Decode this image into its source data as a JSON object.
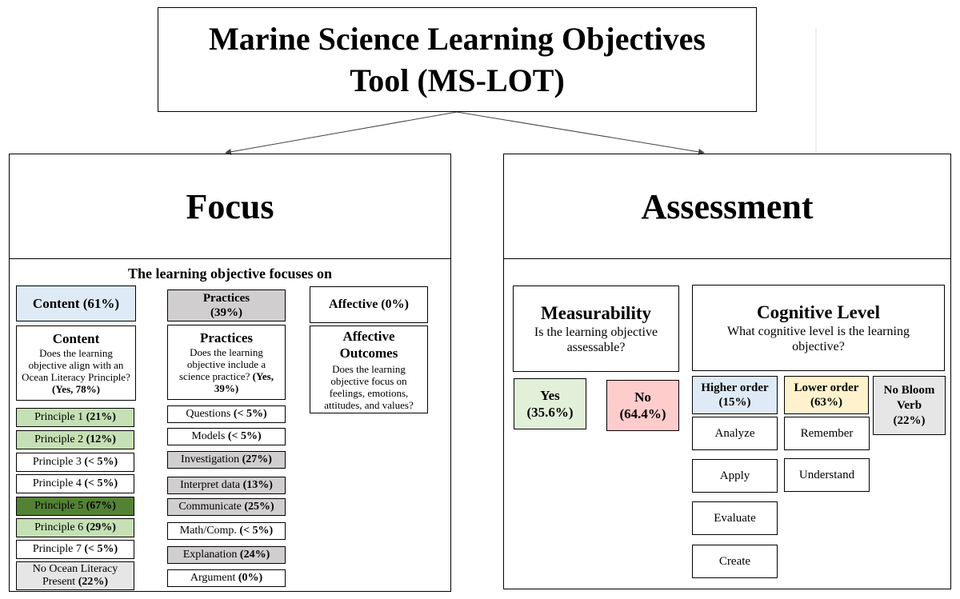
{
  "title": {
    "line1": "Marine Science Learning Objectives",
    "line2": "Tool (MS-LOT)"
  },
  "focus": {
    "header": "Focus",
    "subtitle": "The learning objective focuses on",
    "content": {
      "tag_label": "Content (61%)",
      "title": "Content",
      "question": "Does the learning objective align with an Ocean Literacy Principle?",
      "answer": "(Yes, 78%)",
      "items": [
        {
          "label": "Principle 1 ",
          "pct": "(21%)"
        },
        {
          "label": "Principle 2 ",
          "pct": "(12%)"
        },
        {
          "label": "Principle 3 ",
          "pct": "(< 5%)"
        },
        {
          "label": "Principle 4 ",
          "pct": "(< 5%)"
        },
        {
          "label": "Principle 5 ",
          "pct": "(67%)"
        },
        {
          "label": "Principle 6 ",
          "pct": "(29%)"
        },
        {
          "label": "Principle 7 ",
          "pct": "(< 5%)"
        }
      ],
      "none_label": "No Ocean Literacy Present ",
      "none_pct": "(22%)"
    },
    "practices": {
      "tag_label": "Practices",
      "tag_pct": "(39%)",
      "title": "Practices",
      "question": "Does the learning objective include a science practice?",
      "answer": "(Yes, 39%)",
      "items": [
        {
          "label": "Questions ",
          "pct": "(< 5%)"
        },
        {
          "label": "Models ",
          "pct": "(< 5%)"
        },
        {
          "label": "Investigation ",
          "pct": "(27%)"
        },
        {
          "label": "Interpret data ",
          "pct": "(13%)"
        },
        {
          "label": "Communicate ",
          "pct": "(25%)"
        },
        {
          "label": "Math/Comp. ",
          "pct": "(< 5%)"
        },
        {
          "label": "Explanation ",
          "pct": "(24%)"
        },
        {
          "label": "Argument ",
          "pct": "(0%)"
        }
      ]
    },
    "affective": {
      "tag_label": "Affective (0%)",
      "title": "Affective Outcomes",
      "question": "Does the learning objective focus on feelings, emotions, attitudes, and values?"
    }
  },
  "assessment": {
    "header": "Assessment",
    "measurability": {
      "title": "Measurability",
      "question": "Is the learning objective assessable?",
      "yes_label": "Yes",
      "yes_pct": "(35.6%)",
      "no_label": "No",
      "no_pct": "(64.4%)"
    },
    "cognitive": {
      "title": "Cognitive Level",
      "question": "What cognitive level is the learning objective?",
      "higher_label": "Higher order (15%)",
      "lower_label": "Lower order (63%)",
      "nobloom_label": "No Bloom Verb",
      "nobloom_pct": "(22%)",
      "higher_items": [
        "Analyze",
        "Apply",
        "Evaluate",
        "Create"
      ],
      "lower_items": [
        "Remember",
        "Understand"
      ]
    }
  },
  "colors": {
    "blue": "#deebf7",
    "light_green": "#c5e0b4",
    "dark_green": "#548235",
    "gray": "#d0cece",
    "light_gray": "#e7e6e6",
    "yes_green": "#e2f0d9",
    "no_pink": "#ffcccc",
    "lower_yellow": "#fff2cc"
  }
}
